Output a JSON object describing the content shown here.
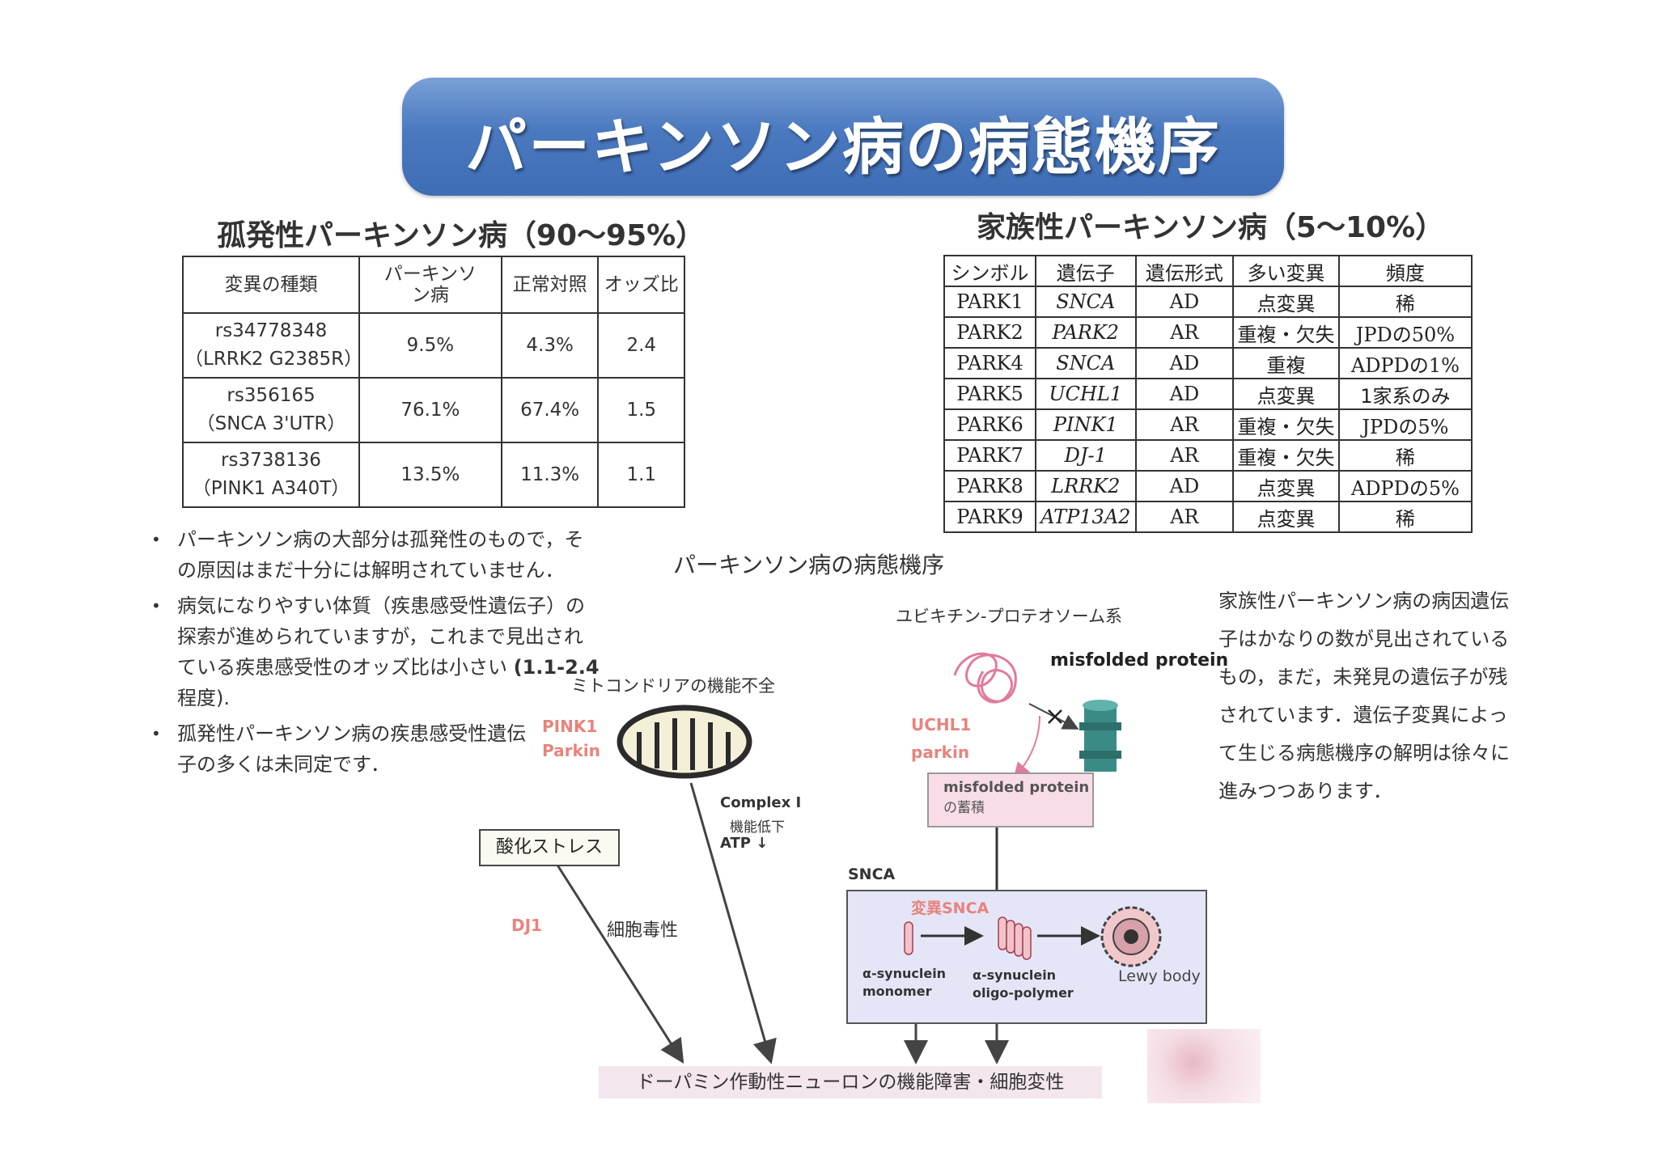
{
  "title": "パーキンソン病の病態機序",
  "sporadic": {
    "heading": "孤発性パーキンソン病（90～95%）",
    "headers": [
      "変異の種類",
      "パーキンソン病",
      "正常対照",
      "オッズ比"
    ],
    "rows": [
      {
        "variant": "rs34778348",
        "sub": "（LRRK2 G2385R）",
        "pd": "9.5%",
        "ctrl": "4.3%",
        "or": "2.4"
      },
      {
        "variant": "rs356165",
        "sub": "（SNCA 3'UTR）",
        "pd": "76.1%",
        "ctrl": "67.4%",
        "or": "1.5"
      },
      {
        "variant": "rs3738136",
        "sub": "（PINK1 A340T）",
        "pd": "13.5%",
        "ctrl": "11.3%",
        "or": "1.1"
      }
    ]
  },
  "familial": {
    "heading": "家族性パーキンソン病（5～10%）",
    "headers": [
      "シンボル",
      "遺伝子",
      "遺伝形式",
      "多い変異",
      "頻度"
    ],
    "rows": [
      [
        "PARK1",
        "SNCA",
        "AD",
        "点変異",
        "稀"
      ],
      [
        "PARK2",
        "PARK2",
        "AR",
        "重複・欠失",
        "JPDの50%"
      ],
      [
        "PARK4",
        "SNCA",
        "AD",
        "重複",
        "ADPDの1%"
      ],
      [
        "PARK5",
        "UCHL1",
        "AD",
        "点変異",
        "1家系のみ"
      ],
      [
        "PARK6",
        "PINK1",
        "AR",
        "重複・欠失",
        "JPDの5%"
      ],
      [
        "PARK7",
        "DJ-1",
        "AR",
        "重複・欠失",
        "稀"
      ],
      [
        "PARK8",
        "LRRK2",
        "AD",
        "点変異",
        "ADPDの5%"
      ],
      [
        "PARK9",
        "ATP13A2",
        "AR",
        "点変異",
        "稀"
      ]
    ]
  },
  "bullets": {
    "b1": "パーキンソン病の大部分は孤発性のもので，その原因はまだ十分には解明されていません．",
    "b2_text": "病気になりやすい体質（疾患感受性遺伝子）の探索が進められていますが，これまで見出されている疾患感受性のオッズ比は小さい",
    "b2_bold": "(1.1-2.4",
    "b2_end": "程度).",
    "b3": "孤発性パーキンソン病の疾患感受性遺伝子の多くは未同定です．",
    "marker": "•"
  },
  "diagram": {
    "title": "パーキンソン病の病態機序",
    "ups": "ユビキチン-プロテオソーム系",
    "misfolded": "misfolded protein",
    "mito": "ミトコンドリアの機能不全",
    "pink1": "PINK1",
    "parkin_mito": "Parkin",
    "uchl1": "UCHL1",
    "parkin_ups": "parkin",
    "accum_1": "misfolded protein",
    "accum_2": "の蓄積",
    "complex_1": "Complex I",
    "complex_2": "機能低下",
    "complex_3": "ATP ↓",
    "oxstress": "酸化ストレス",
    "dj1": "DJ1",
    "cytotox": "細胞毒性",
    "snca": "SNCA",
    "mut_snca": "変異SNCA",
    "mono_1": "α-synuclein",
    "mono_2": "monomer",
    "oligo_1": "α-synuclein",
    "oligo_2": "oligo-polymer",
    "lewy": "Lewy body",
    "outcome": "ドーパミン作動性ニューロンの機能障害・細胞変性"
  },
  "right_text": "家族性パーキンソン病の病因遺伝子はかなりの数が見出されているもの，まだ，未発見の遺伝子が残されています．遺伝子変異によって生じる病態機序の解明は徐々に進みつつあります．",
  "colors": {
    "banner": "#4a79c0",
    "pink_label": "#e8837c",
    "snca_box": "#e4e6f8",
    "accum_box": "#f8dde8",
    "outcome_box": "#f4e6ee"
  }
}
